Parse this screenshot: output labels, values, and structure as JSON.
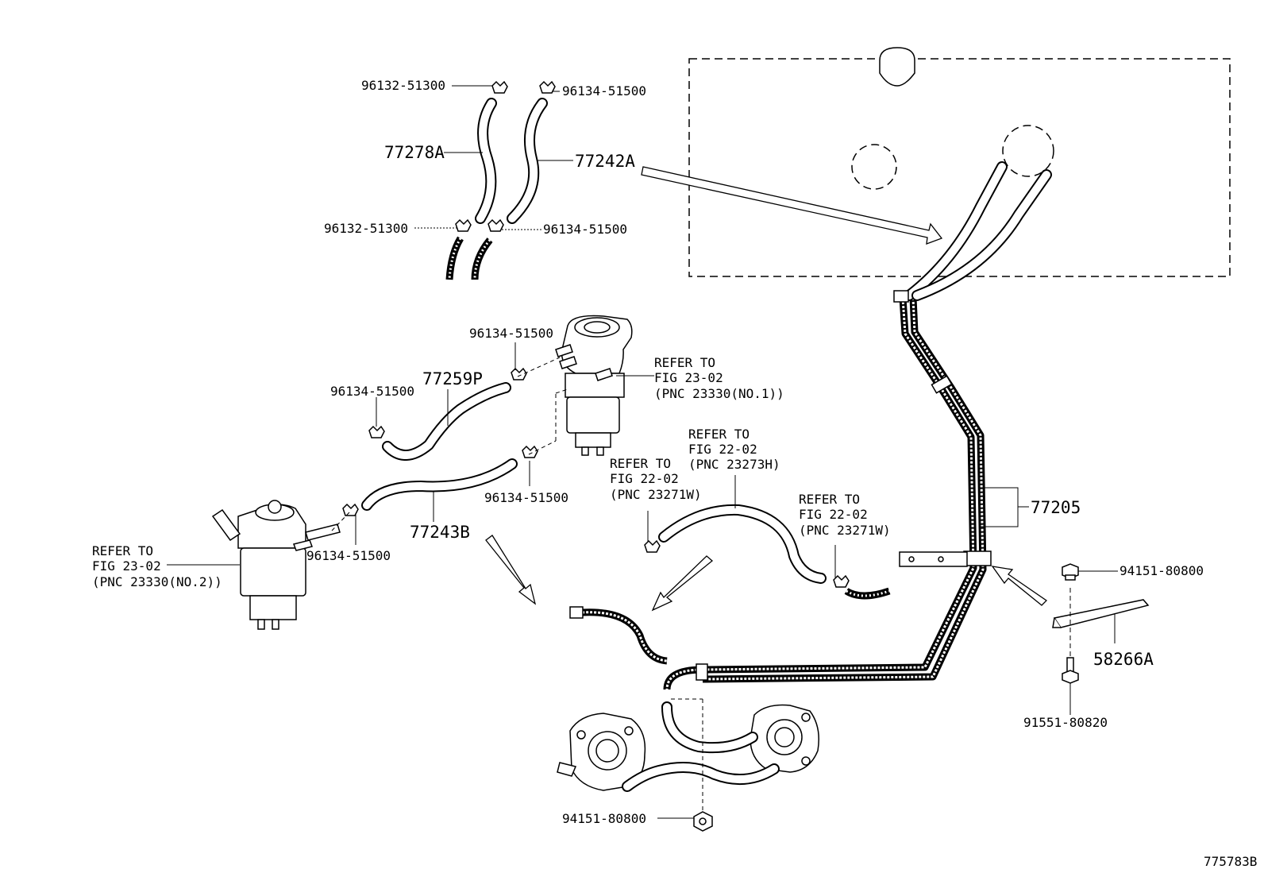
{
  "labels": {
    "clip_tl_top": "96132-51300",
    "clip_tr_top": "96134-51500",
    "hose_77278a": "77278A",
    "hose_77242a": "77242A",
    "clip_tl_bot": "96132-51300",
    "clip_tr_bot": "96134-51500",
    "clip_filter_top": "96134-51500",
    "clip_left_77259p": "96134-51500",
    "hose_77259p": "77259P",
    "clip_mid_right": "96134-51500",
    "clip_filter2": "96134-51500",
    "hose_77243b": "77243B",
    "bolt_94151_right": "94151-80800",
    "bracket_58266a": "58266A",
    "bolt_91551": "91551-80820",
    "tube_77205": "77205",
    "bolt_94151_bottom": "94151-80800",
    "diagram_id": "775783B"
  },
  "refer": {
    "filter1": [
      "REFER TO",
      "FIG 23-02",
      "(PNC 23330(NO.1))"
    ],
    "filter2": [
      "REFER TO",
      "FIG 23-02",
      "(PNC 23330(NO.2))"
    ],
    "hose_23273h": [
      "REFER TO",
      "FIG 22-02",
      "(PNC 23273H)"
    ],
    "hose_23271w_left": [
      "REFER TO",
      "FIG 22-02",
      "(PNC 23271W)"
    ],
    "hose_23271w_right": [
      "REFER TO",
      "FIG 22-02",
      "(PNC 23271W)"
    ]
  }
}
